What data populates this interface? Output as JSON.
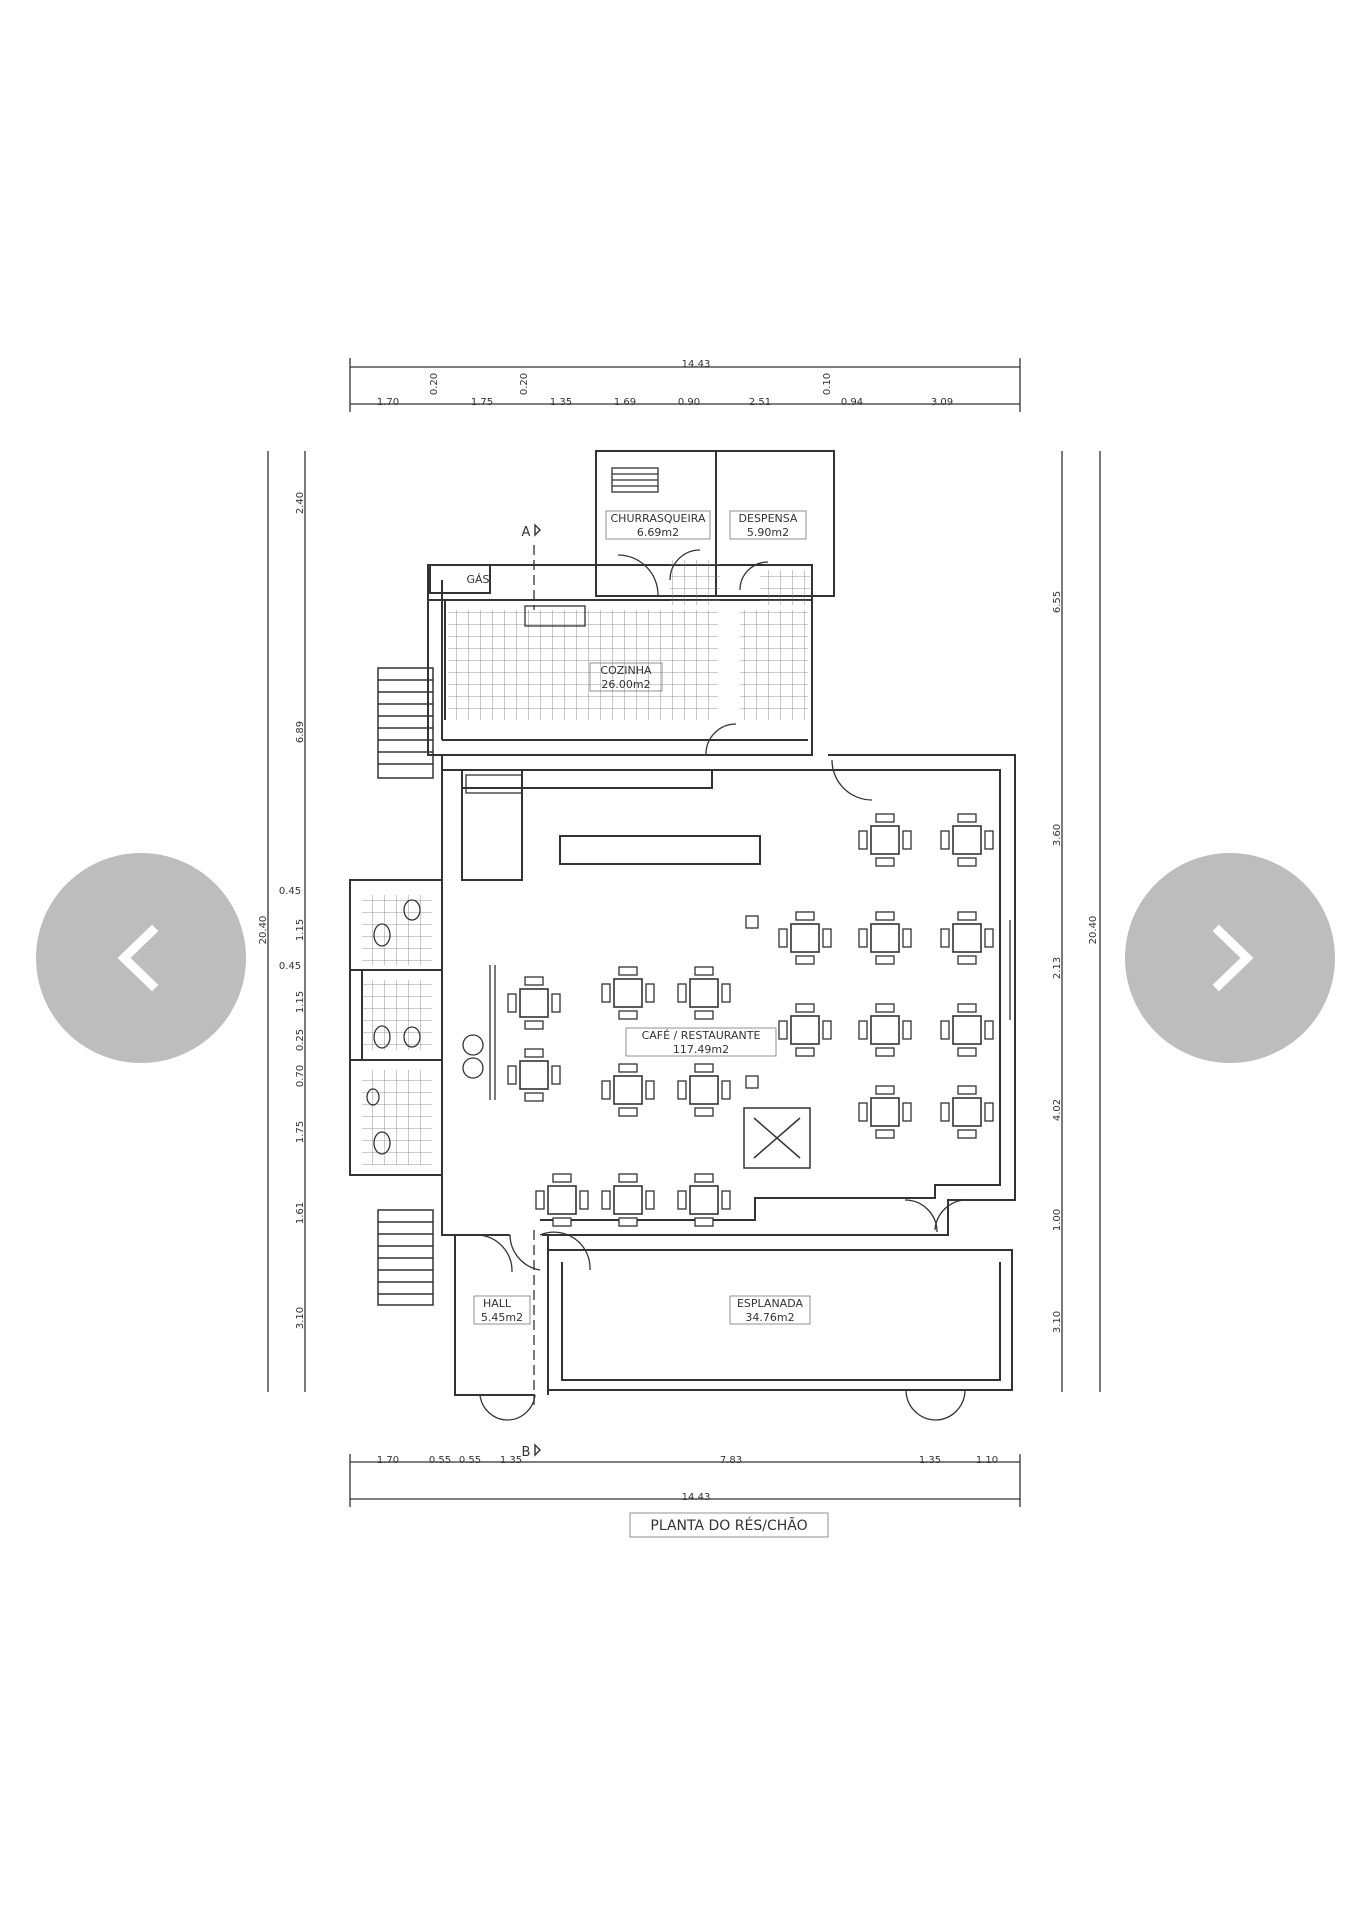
{
  "viewer": {
    "prev_icon": "chevron-left-icon",
    "next_icon": "chevron-right-icon",
    "button_color": "#bdbdbd"
  },
  "plan": {
    "title": "PLANTA DO RÉS/CHÃO",
    "section_a": "A",
    "section_b": "B",
    "rooms": {
      "churrasqueira": {
        "name": "CHURRASQUEIRA",
        "area": "6.69m2"
      },
      "despensa": {
        "name": "DESPENSA",
        "area": "5.90m2"
      },
      "gas": {
        "name": "GÁS"
      },
      "cozinha": {
        "name": "COZINHA",
        "area": "26.00m2"
      },
      "cafe": {
        "name": "CAFÉ  /  RESTAURANTE",
        "area": "117.49m2"
      },
      "hall": {
        "name": "HALL",
        "area": "5.45m2"
      },
      "esplanada": {
        "name": "ESPLANADA",
        "area": "34.76m2"
      }
    },
    "dims": {
      "top_total": "14.43",
      "top": [
        "1.70",
        "0.20",
        "1.75",
        "0.20",
        "1.35",
        "1.69",
        "0.90",
        "2.51",
        "0.10",
        "0.94",
        "3.09"
      ],
      "bottom": [
        "1.70",
        "0.55",
        "0.55",
        "1.35",
        "7.83",
        "1.35",
        "1.10"
      ],
      "bottom_total": "14.43",
      "left": [
        "2.40",
        "6.89",
        "0.45",
        "1.15",
        "0.45",
        "1.15",
        "0.25",
        "0.70",
        "1.75",
        "1.61",
        "3.10"
      ],
      "left_total": "20.40",
      "right": [
        "6.55",
        "3.60",
        "2.13",
        "4.02",
        "1.00",
        "3.10"
      ],
      "right_total": "20.40"
    }
  }
}
